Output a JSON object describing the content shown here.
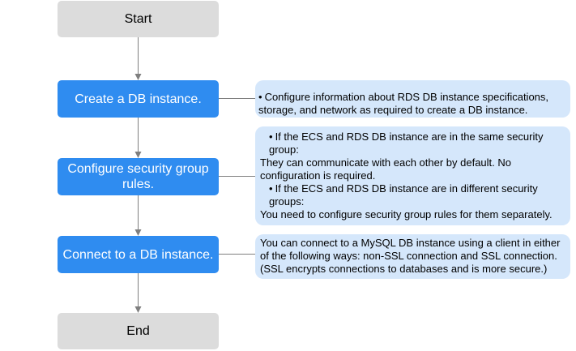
{
  "flow": {
    "start": "Start",
    "end": "End",
    "steps": [
      {
        "label": "Create a DB instance."
      },
      {
        "label": "Configure security group rules."
      },
      {
        "label": "Connect to a DB instance."
      }
    ]
  },
  "notes": {
    "create": "Configure information about RDS DB instance specifications, storage, and network as required to create a DB instance.",
    "security": {
      "bullet1_heading": "If the ECS and RDS DB instance are in the same security group:",
      "bullet1_text": "They can communicate with each other by default. No configuration is required.",
      "bullet2_heading": "If the ECS and RDS DB instance are in different security groups:",
      "bullet2_text": "You need to configure security group rules for them separately."
    },
    "connect": "You can connect to a MySQL DB instance using a client in either of the following ways: non-SSL connection and SSL connection. (SSL encrypts connections to databases and is more secure.)"
  },
  "colors": {
    "step": "#2f8cf0",
    "terminal": "#dcdcdc",
    "note": "#d5e7fb",
    "connector": "#7f7f7f"
  }
}
